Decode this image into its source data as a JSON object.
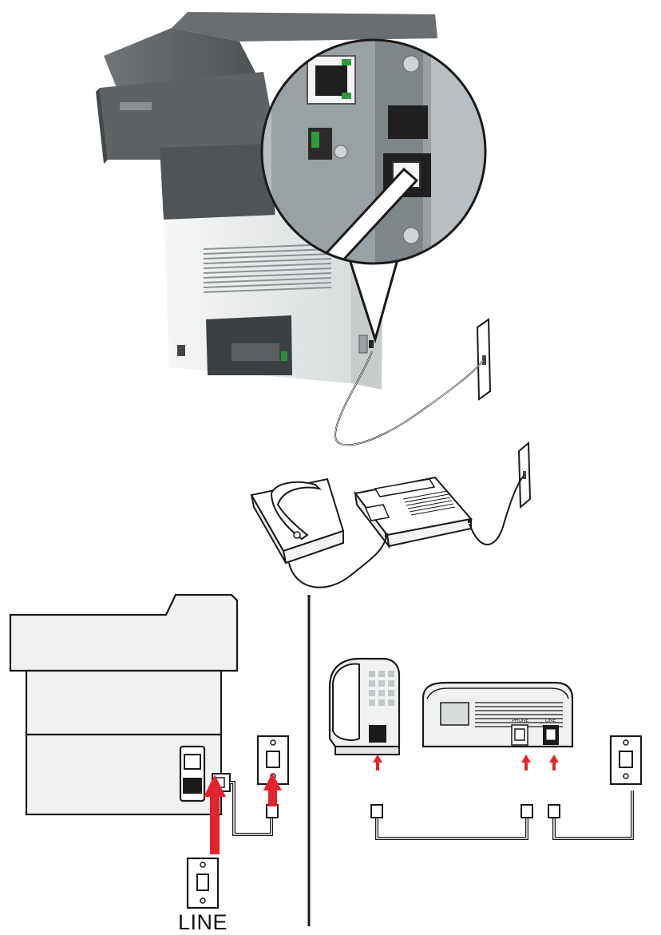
{
  "diagram": {
    "wall_jack_label": "LINE",
    "answering_machine": {
      "phone_port_label": "PHONE",
      "line_port_label": "LINE"
    },
    "colors": {
      "arrow": "#e3232c",
      "outline": "#1a1a1a",
      "printer_body": "#f0f1f1",
      "printer_dark": "#5c5f60",
      "magnifier_panel": "#9aa1a5"
    }
  }
}
